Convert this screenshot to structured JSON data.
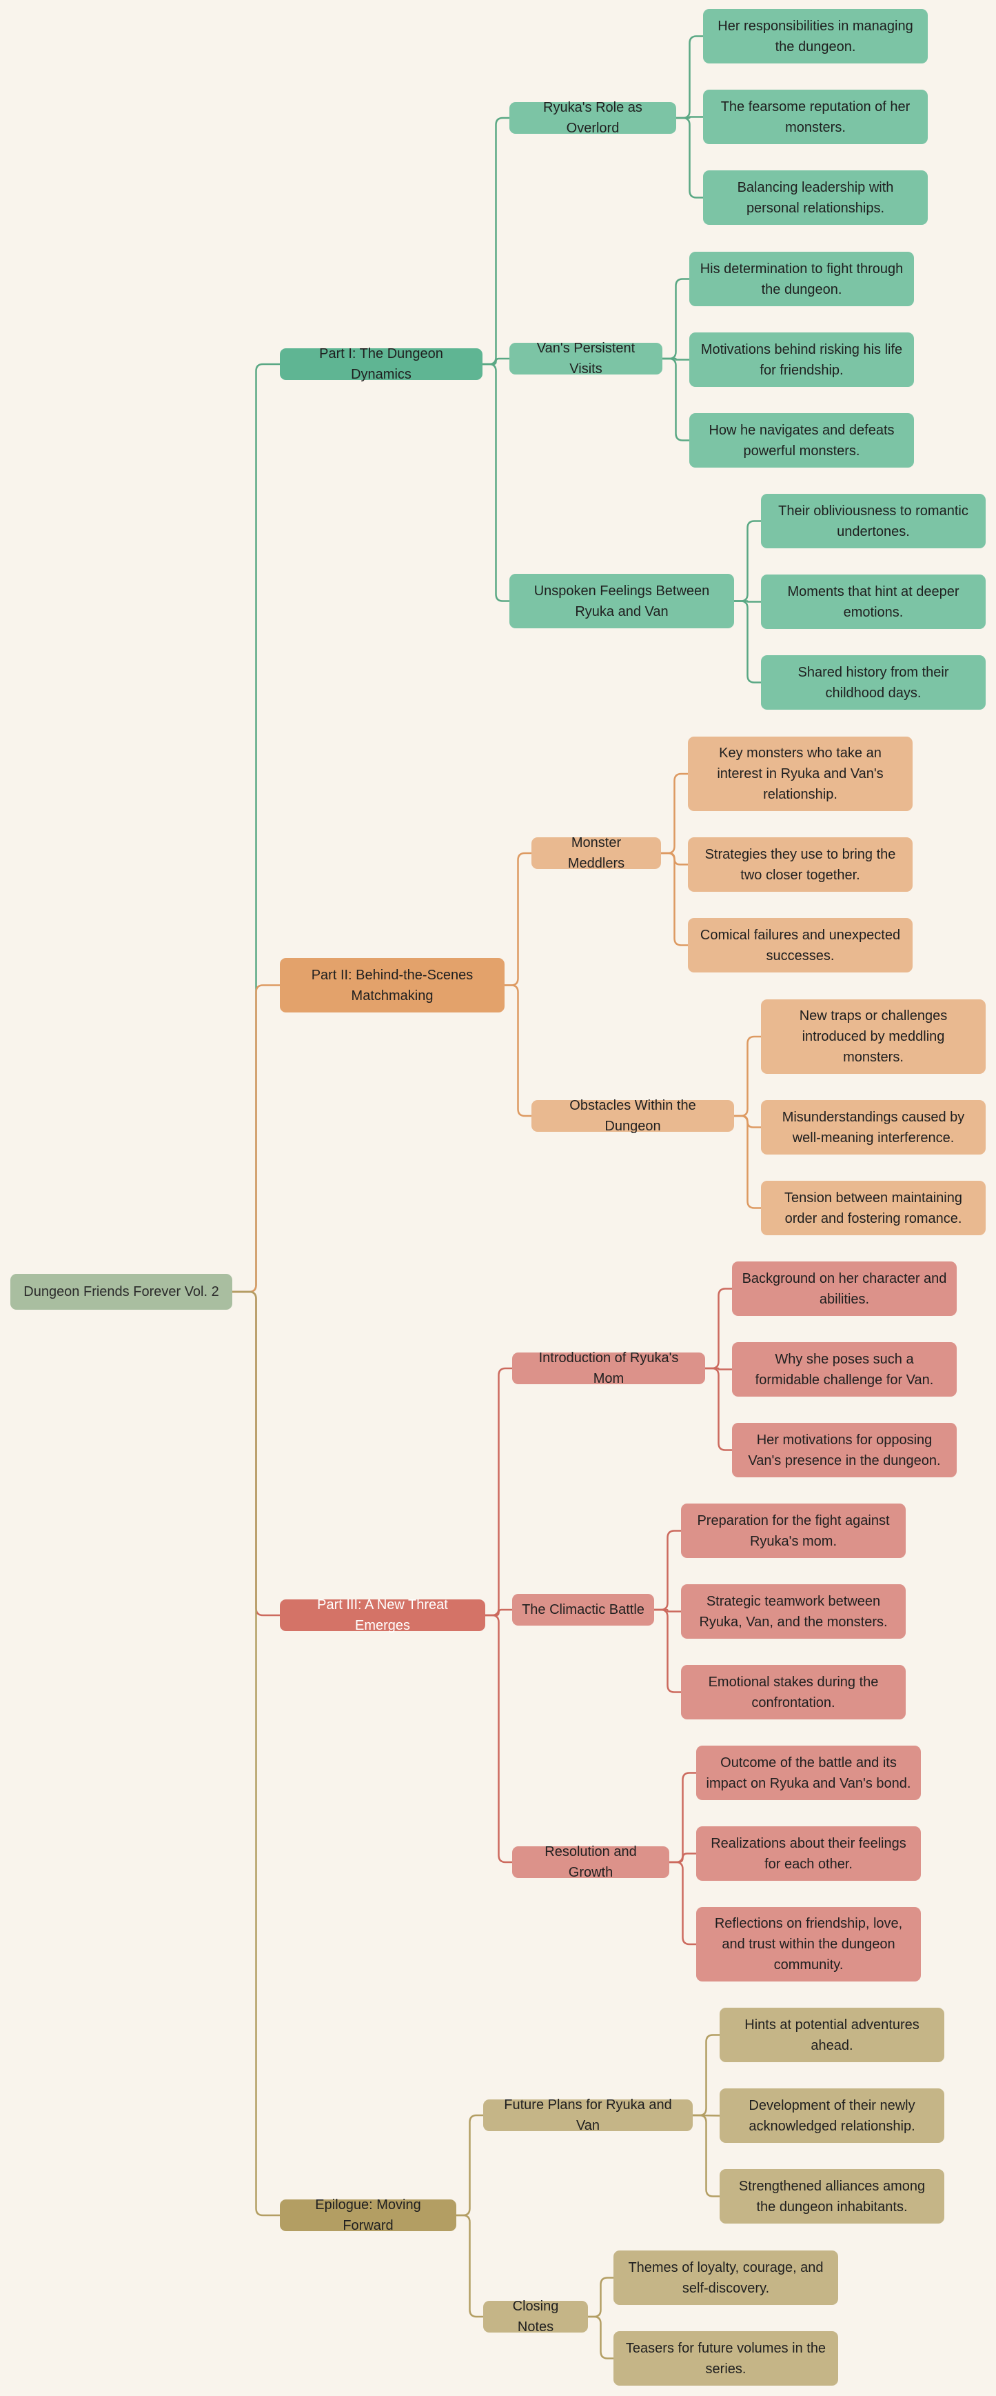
{
  "root": {
    "label": "Dungeon Friends Forever Vol. 2",
    "color": "#a9bea0"
  },
  "branches": [
    {
      "label": "Part I: The Dungeon Dynamics",
      "color": "#5fb593",
      "leaf_color": "#7cc4a5",
      "edge_color": "#5aa884",
      "topics": [
        {
          "label": "Ryuka's Role as Overlord",
          "leaves": [
            "Her responsibilities in managing the dungeon.",
            "The fearsome reputation of her monsters.",
            "Balancing leadership with personal relationships."
          ]
        },
        {
          "label": "Van's Persistent Visits",
          "leaves": [
            "His determination to fight through the dungeon.",
            "Motivations behind risking his life for friendship.",
            "How he navigates and defeats powerful monsters."
          ]
        },
        {
          "label": "Unspoken Feelings Between Ryuka and Van",
          "leaves": [
            "Their obliviousness to romantic undertones.",
            "Moments that hint at deeper emotions.",
            "Shared history from their childhood days."
          ]
        }
      ]
    },
    {
      "label": "Part II: Behind-the-Scenes Matchmaking",
      "color": "#e3a26b",
      "leaf_color": "#e9b990",
      "edge_color": "#dd9a62",
      "topics": [
        {
          "label": "Monster Meddlers",
          "leaves": [
            "Key monsters who take an interest in Ryuka and Van's relationship.",
            "Strategies they use to bring the two closer together.",
            "Comical failures and unexpected successes."
          ]
        },
        {
          "label": "Obstacles Within the Dungeon",
          "leaves": [
            "New traps or challenges introduced by meddling monsters.",
            "Misunderstandings caused by well-meaning interference.",
            "Tension between maintaining order and fostering romance."
          ]
        }
      ]
    },
    {
      "label": "Part III: A New Threat Emerges",
      "color": "#d47367",
      "leaf_color": "#dc928a",
      "edge_color": "#cc6a5e",
      "topics": [
        {
          "label": "Introduction of Ryuka's Mom",
          "leaves": [
            "Background on her character and abilities.",
            "Why she poses such a formidable challenge for Van.",
            "Her motivations for opposing Van's presence in the dungeon."
          ]
        },
        {
          "label": "The Climactic Battle",
          "leaves": [
            "Preparation for the fight against Ryuka's mom.",
            "Strategic teamwork between Ryuka, Van, and the monsters.",
            "Emotional stakes during the confrontation."
          ]
        },
        {
          "label": "Resolution and Growth",
          "leaves": [
            "Outcome of the battle and its impact on Ryuka and Van's bond.",
            "Realizations about their feelings for each other.",
            "Reflections on friendship, love, and trust within the dungeon community."
          ]
        }
      ]
    },
    {
      "label": "Epilogue: Moving Forward",
      "color": "#b39e63",
      "leaf_color": "#c5b587",
      "edge_color": "#b39e63",
      "topics": [
        {
          "label": "Future Plans for Ryuka and Van",
          "leaves": [
            "Hints at potential adventures ahead.",
            "Development of their newly acknowledged relationship.",
            "Strengthened alliances among the dungeon inhabitants."
          ]
        },
        {
          "label": "Closing Notes",
          "leaves": [
            "Themes of loyalty, courage, and self-discovery.",
            "Teasers for future volumes in the series."
          ]
        }
      ]
    }
  ]
}
